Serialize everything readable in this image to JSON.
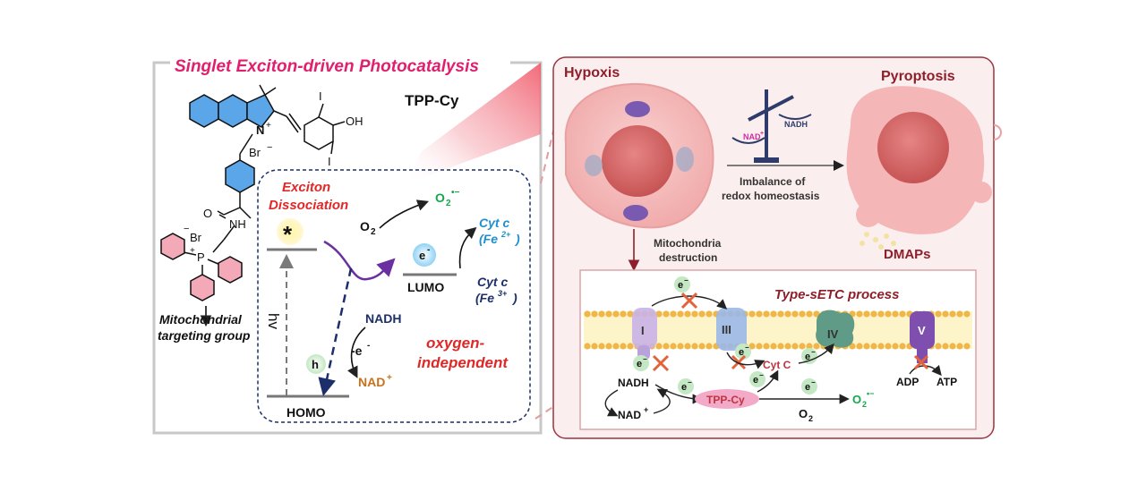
{
  "left_panel": {
    "title": "Singlet Exciton-driven Photocatalysis",
    "molecule_name": "TPP-Cy",
    "atoms": {
      "iodine_top": "I",
      "iodine_bottom": "I",
      "hydroxyl": "OH",
      "n_plus": "N",
      "plus": "+",
      "bromide": "Br",
      "minus": "−",
      "oxygen": "O",
      "amide_nh": "NH",
      "bromide_2": "Br",
      "minus_2": "−",
      "phosphorus": "P",
      "plus_2": "+"
    },
    "targeting_line1": "Mitochondrial",
    "targeting_line2": "targeting group",
    "hv": "hv",
    "exciton_line1": "Exciton",
    "exciton_line2": "Dissociation",
    "excited_mark": "*",
    "o2": "O",
    "o2_sub": "2",
    "superoxide": "O",
    "superoxide_sub": "2",
    "superoxide_sup": "•−",
    "electron_label": "e",
    "electron_sup": "-",
    "lumo": "LUMO",
    "cytc_fe2_line1": "Cyt c",
    "cytc_fe2_line2": "(Fe",
    "cytc_fe2_sup": "2+",
    "cytc_fe2_close": ")",
    "cytc_fe3_line1": "Cyt c",
    "cytc_fe3_line2": "(Fe",
    "cytc_fe3_sup": "3+",
    "cytc_fe3_close": ")",
    "nadh": "NADH",
    "minus_e": "-e",
    "minus_e_sup": "-",
    "hole_label": "h",
    "nad_plus": "NAD",
    "nad_plus_sup": "+",
    "oxygen_line1": "oxygen-",
    "oxygen_line2": "independent",
    "homo": "HOMO"
  },
  "right_panel": {
    "hypoxis": "Hypoxis",
    "pyroptosis": "Pyroptosis",
    "scale_nad": "NAD",
    "scale_nad_sup": "+",
    "scale_nadh": "NADH",
    "imbalance_line1": "Imbalance of",
    "imbalance_line2": "redox homeostasis",
    "mito_line1": "Mitochondria",
    "mito_line2": "destruction",
    "dmaps": "DMAPs",
    "setc_title": "Type-sETC process",
    "complex_I": "I",
    "complex_III": "III",
    "complex_IV": "IV",
    "complex_V": "V",
    "electron": "e",
    "electron_sup": "−",
    "nadh": "NADH",
    "nad_plus": "NAD",
    "nad_plus_sup": "+",
    "tpp_cy": "TPP-Cy",
    "cytc": "Cyt C",
    "o2": "O",
    "o2_sub": "2",
    "superoxide": "O",
    "superoxide_sub": "2",
    "superoxide_sup": "•−",
    "adp": "ADP",
    "atp": "ATP"
  },
  "colors": {
    "title_pink": "#e0206e",
    "red_italic": "#e02828",
    "blue_text": "#1f4fa0",
    "green_text": "#13a84a",
    "orange_text": "#c7711a",
    "dark_red": "#8e1f2a",
    "cell_pink": "#f4b6b6",
    "nucleus_red": "#d96a6a",
    "purple_arrow": "#6a2fa0",
    "navy_arrow": "#1c2f6a",
    "cross_orange": "#e2623a"
  }
}
